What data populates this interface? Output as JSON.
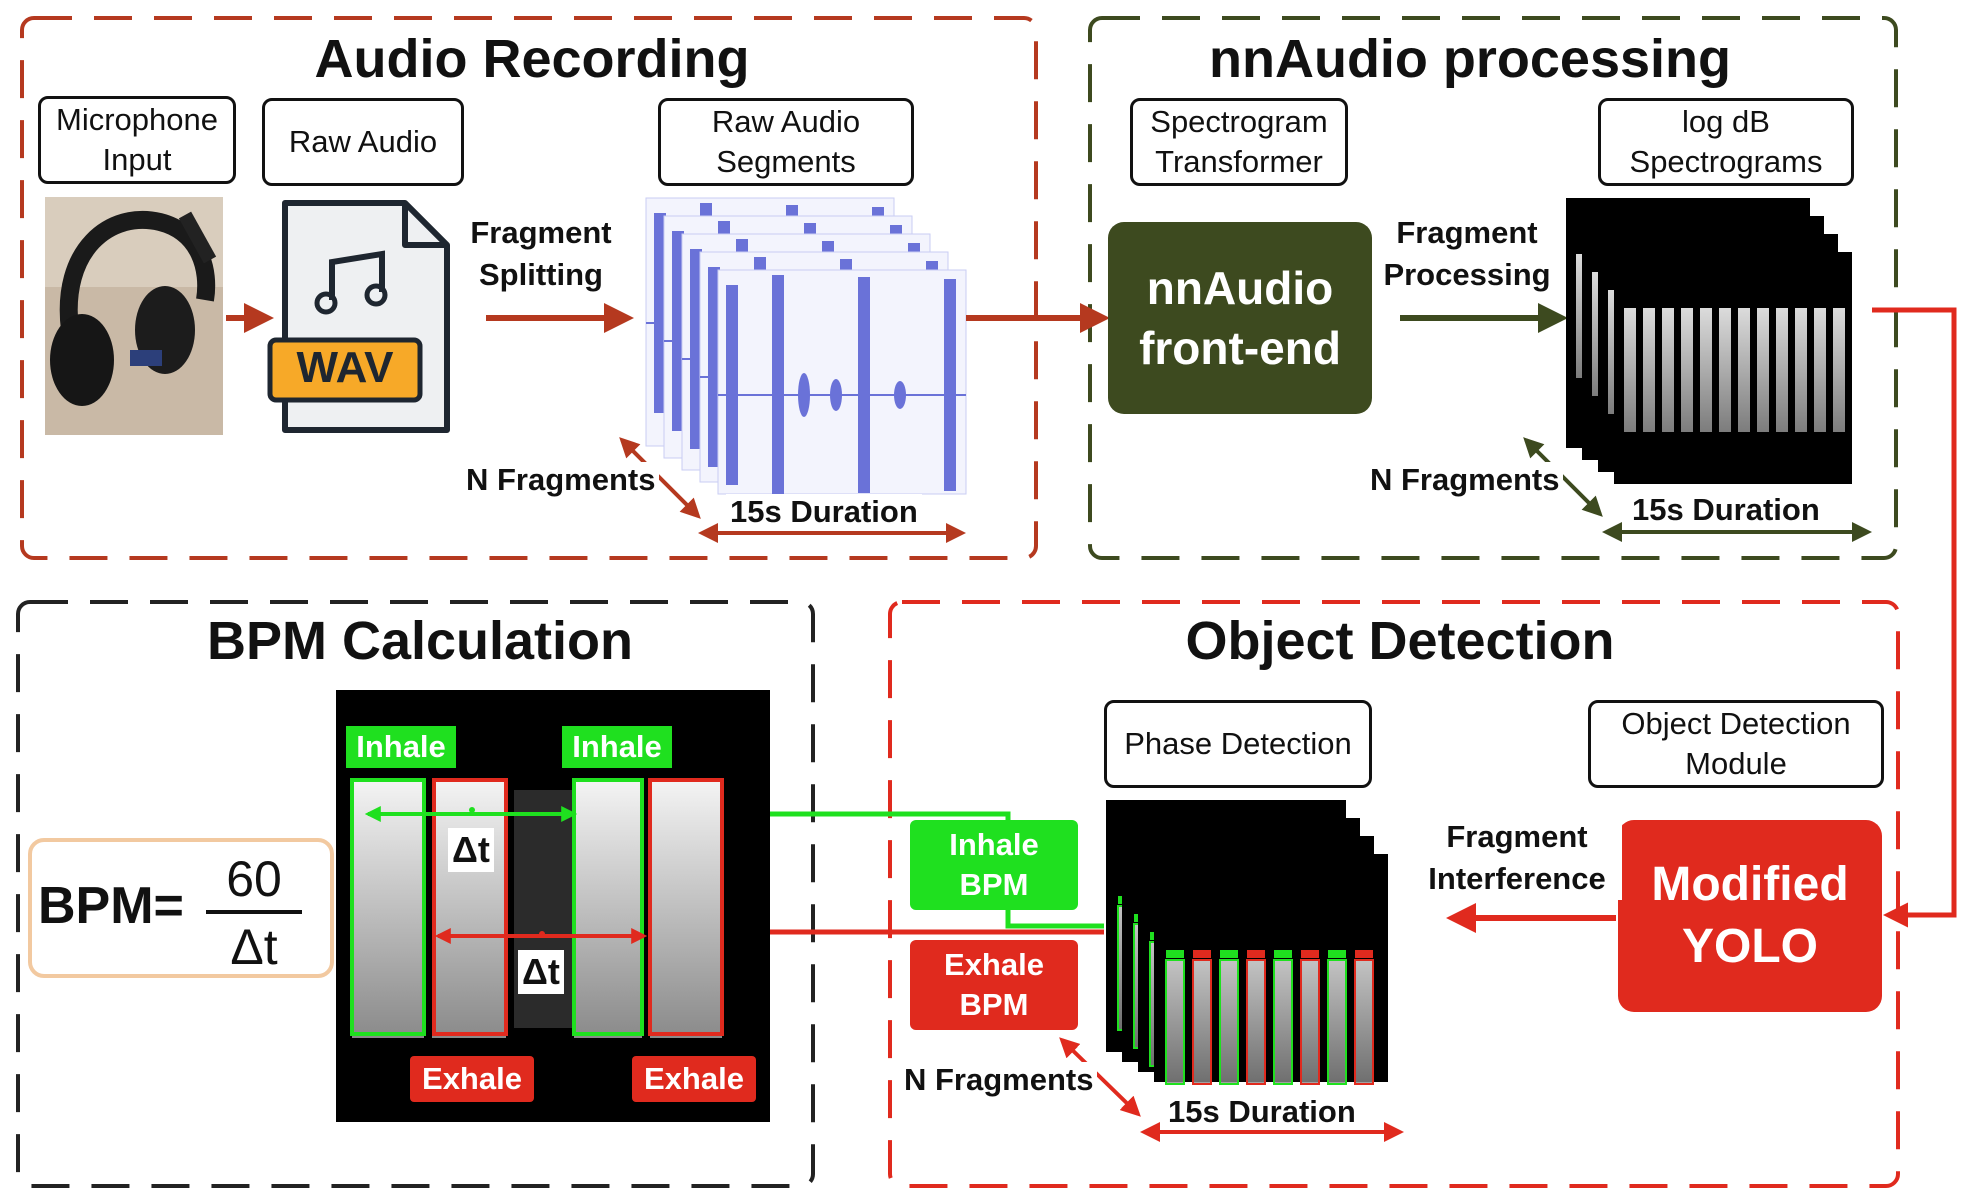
{
  "colors": {
    "recording": "#b5391f",
    "nnaudio": "#3d4a1f",
    "detection": "#e02a1e",
    "bpm_frame": "#222222",
    "inhale": "#1fe01f",
    "exhale": "#e02a1e",
    "waveform": "#6a72d8",
    "formula_border": "#f2c9a0"
  },
  "recording": {
    "title": "Audio Recording",
    "mic_label": "Microphone\nInput",
    "raw_audio_label": "Raw Audio",
    "segments_label": "Raw Audio\nSegments",
    "split_label": "Fragment\nSplitting",
    "file_ext": "WAV",
    "n_fragments": "N Fragments",
    "duration": "15s Duration"
  },
  "nnaudio": {
    "title": "nnAudio processing",
    "transformer_label": "Spectrogram\nTransformer",
    "spectrograms_label": "log dB\nSpectrograms",
    "frontend": "nnAudio\nfront-end",
    "processing_label": "Fragment\nProcessing",
    "n_fragments": "N Fragments",
    "duration": "15s Duration"
  },
  "detection": {
    "title": "Object Detection",
    "phase_label": "Phase Detection",
    "module_label": "Object Detection\nModule",
    "yolo": "Modified\nYOLO",
    "interference_label": "Fragment\nInterference",
    "inhale_bpm": "Inhale\nBPM",
    "exhale_bpm": "Exhale\nBPM",
    "n_fragments": "N Fragments",
    "duration": "15s Duration"
  },
  "bpm": {
    "title": "BPM Calculation",
    "formula_lhs": "BPM=",
    "numerator": "60",
    "denominator": "Δt",
    "inhale_1": "Inhale",
    "inhale_2": "Inhale",
    "exhale_1": "Exhale",
    "exhale_2": "Exhale",
    "delta_inhale": "Δt",
    "delta_exhale": "Δt"
  }
}
